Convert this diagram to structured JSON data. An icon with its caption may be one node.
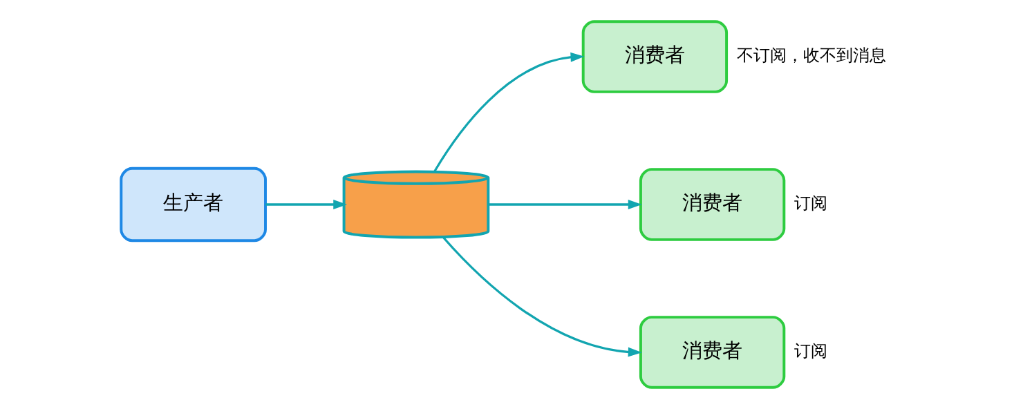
{
  "diagram": {
    "nodes": [
      {
        "text": [
          "生产者"
        ]
      },
      {
        "text": [],
        "shape": "cylinder"
      },
      {
        "text": [
          "消费者"
        ],
        "beside": [
          "不订阅，收不到消息"
        ]
      },
      {
        "text": [
          "消费者"
        ],
        "beside": [
          "订阅"
        ]
      },
      {
        "text": [
          "消费者"
        ],
        "beside": [
          "订阅"
        ]
      }
    ],
    "edges": [
      {
        "from": 0,
        "to": 1,
        "arrow": "to"
      },
      {
        "from": 1,
        "to": 2,
        "arrow": "to"
      },
      {
        "from": 1,
        "to": 3,
        "arrow": "to"
      },
      {
        "from": 1,
        "to": 4,
        "arrow": "to"
      }
    ]
  }
}
